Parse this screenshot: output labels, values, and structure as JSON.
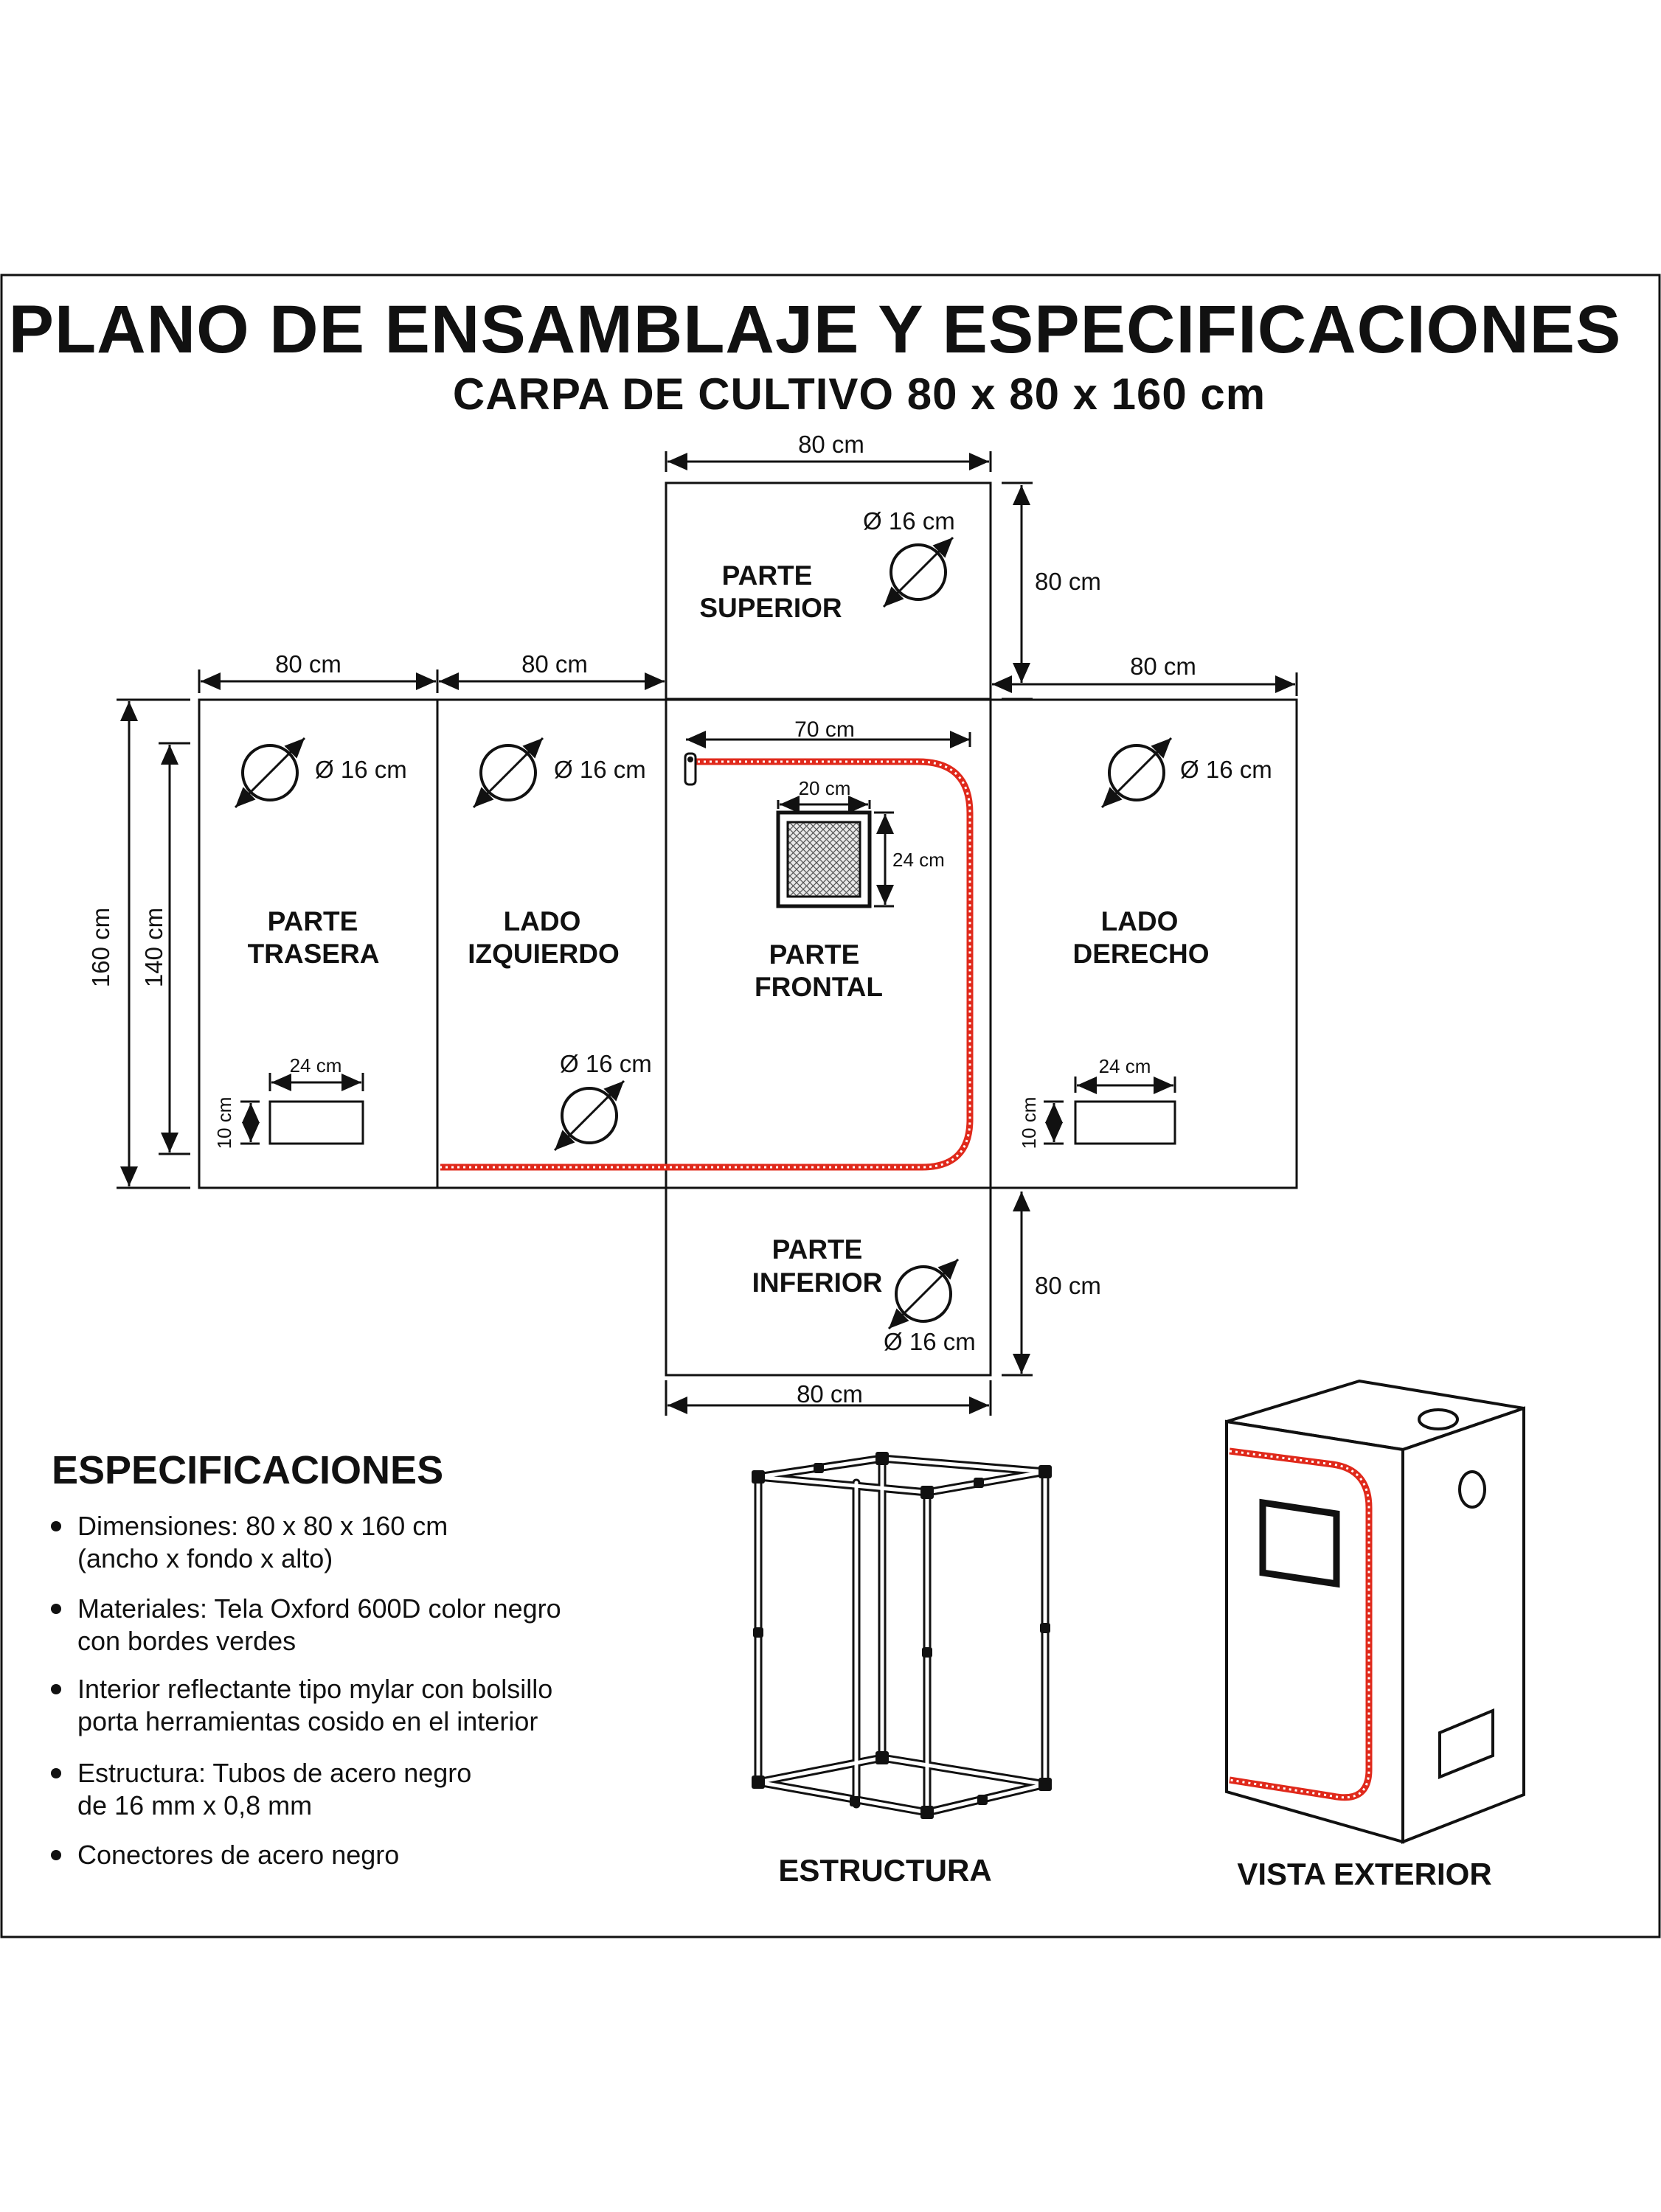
{
  "title": "PLANO DE ENSAMBLAJE Y ESPECIFICACIONES",
  "subtitle": "CARPA DE CULTIVO 80 x 80 x 160 cm",
  "panels": {
    "superior": [
      "PARTE",
      "SUPERIOR"
    ],
    "trasera": [
      "PARTE",
      "TRASERA"
    ],
    "izquierdo": [
      "LADO",
      "IZQUIERDO"
    ],
    "frontal": [
      "PARTE",
      "FRONTAL"
    ],
    "derecho": [
      "LADO",
      "DERECHO"
    ],
    "inferior": [
      "PARTE",
      "INFERIOR"
    ]
  },
  "dimensions": {
    "top_width": "80 cm",
    "top_height": "80 cm",
    "back_width": "80 cm",
    "left_width": "80 cm",
    "right_width": "80 cm",
    "bottom_width": "80 cm",
    "bottom_height": "80 cm",
    "zipper_width": "70 cm",
    "window_width": "20 cm",
    "window_height": "24 cm",
    "total_height": "160 cm",
    "zipper_height": "140 cm",
    "vent_width": "24 cm",
    "vent_height": "10 cm",
    "port_diameter": "Ø 16 cm"
  },
  "specs": {
    "heading": "ESPECIFICACIONES",
    "items": [
      [
        "Dimensiones: 80 x 80 x 160 cm",
        "(ancho x fondo x alto)"
      ],
      [
        "Materiales: Tela Oxford 600D color negro",
        "con bordes verdes"
      ],
      [
        "Interior reflectante tipo mylar con bolsillo",
        "porta herramientas cosido en el interior"
      ],
      [
        "Estructura: Tubos de acero negro",
        "de 16 mm x 0,8 mm"
      ],
      [
        "Conectores de acero negro"
      ]
    ]
  },
  "captions": {
    "frame": "ESTRUCTURA",
    "exterior": "VISTA EXTERIOR"
  },
  "colors": {
    "zipper": "#e0291b",
    "line": "#111111",
    "background": "#ffffff"
  }
}
